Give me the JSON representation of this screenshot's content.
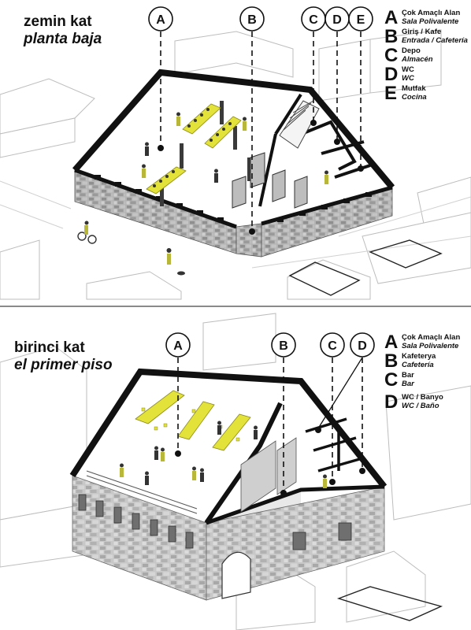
{
  "colors": {
    "accent": "#e3e23a",
    "ink": "#111111",
    "stone": "#a9a9a9",
    "context": "#c9c9c9"
  },
  "panels": [
    {
      "id": "ground",
      "title_tr": "zemin kat",
      "title_es": "planta baja",
      "bubbles": [
        "A",
        "B",
        "C",
        "D",
        "E"
      ],
      "legend": [
        {
          "letter": "A",
          "tr": "Çok Amaçlı Alan",
          "es": "Sala Polivalente"
        },
        {
          "letter": "B",
          "tr": "Giriş / Kafe",
          "es": "Entrada / Cafetería"
        },
        {
          "letter": "C",
          "tr": "Depo",
          "es": "Almacén"
        },
        {
          "letter": "D",
          "tr": "WC",
          "es": "WC"
        },
        {
          "letter": "E",
          "tr": "Mutfak",
          "es": "Cocina"
        }
      ]
    },
    {
      "id": "first",
      "title_tr": "birinci kat",
      "title_es": "el primer piso",
      "bubbles": [
        "A",
        "B",
        "C",
        "D"
      ],
      "legend": [
        {
          "letter": "A",
          "tr": "Çok Amaçlı Alan",
          "es": "Sala Polivalente"
        },
        {
          "letter": "B",
          "tr": "Kafeterya",
          "es": "Cafetería"
        },
        {
          "letter": "C",
          "tr": "Bar",
          "es": "Bar"
        },
        {
          "letter": "D",
          "tr": "WC / Banyo",
          "es": "WC / Baño"
        }
      ]
    }
  ]
}
